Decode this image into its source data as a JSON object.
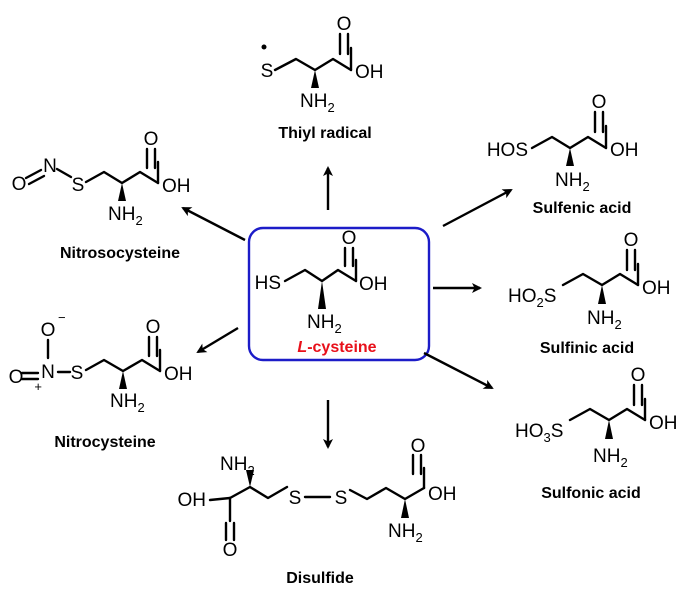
{
  "diagram": {
    "center": {
      "name": "L-cysteine",
      "name_prefix": "L",
      "name_suffix": "-cysteine",
      "name_color": "#e8101a",
      "box_color": "#1c1cc8",
      "atoms": {
        "thiol": "HS",
        "acid": "OH",
        "carbonyl": "O",
        "amine": "NH",
        "amine_sub": "2"
      }
    },
    "products": {
      "thiyl": {
        "label": "Thiyl radical",
        "s": "S",
        "acid": "OH",
        "carbonyl": "O",
        "amine": "NH",
        "amine_sub": "2"
      },
      "sulfenic": {
        "label": "Sulfenic acid",
        "s": "HOS",
        "acid": "OH",
        "carbonyl": "O",
        "amine": "NH",
        "amine_sub": "2"
      },
      "sulfinic": {
        "label": "Sulfinic acid",
        "s_pre": "HO",
        "s_sub": "2",
        "s_post": "S",
        "acid": "OH",
        "carbonyl": "O",
        "amine": "NH",
        "amine_sub": "2"
      },
      "sulfonic": {
        "label": "Sulfonic acid",
        "s_pre": "HO",
        "s_sub": "3",
        "s_post": "S",
        "acid": "OH",
        "carbonyl": "O",
        "amine": "NH",
        "amine_sub": "2"
      },
      "disulfide": {
        "label": "Disulfide",
        "s1": "S",
        "s2": "S",
        "acid": "OH",
        "carbonyl": "O",
        "amine": "NH",
        "amine_sub": "2"
      },
      "nitro": {
        "label": "Nitrocysteine",
        "s": "S",
        "n": "N",
        "plus": "+",
        "o_top": "O",
        "minus": "−",
        "o_left": "O",
        "acid": "OH",
        "carbonyl": "O",
        "amine": "NH",
        "amine_sub": "2"
      },
      "nitroso": {
        "label": "Nitrosocysteine",
        "o": "O",
        "n": "N",
        "s": "S",
        "acid": "OH",
        "carbonyl": "O",
        "amine": "NH",
        "amine_sub": "2"
      }
    }
  }
}
